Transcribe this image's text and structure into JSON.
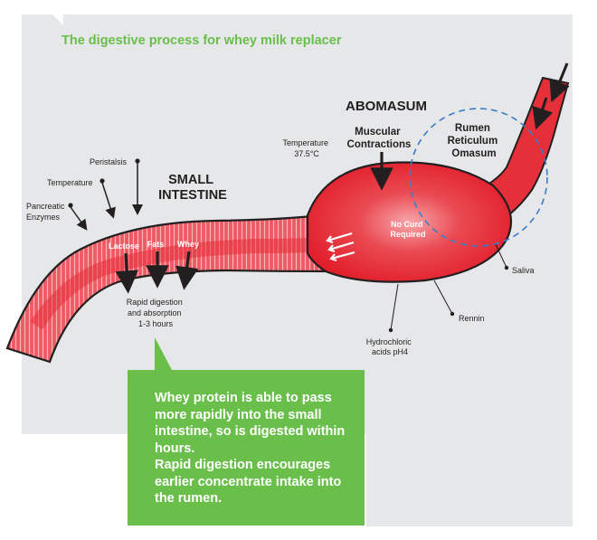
{
  "title": "The digestive process for whey milk replacer",
  "labels": {
    "abomasum": "ABOMASUM",
    "small_intestine": [
      "SMALL",
      "INTESTINE"
    ],
    "muscular": [
      "Muscular",
      "Contractions"
    ],
    "rumen": [
      "Rumen",
      "Reticulum",
      "Omasum"
    ],
    "temperature_abomasum": [
      "Temperature",
      "37.5°C"
    ],
    "no_curd": [
      "No Curd",
      "Required"
    ],
    "saliva": "Saliva",
    "rennin": "Rennin",
    "hydrochloric": [
      "Hydrochloric",
      "acids pH4"
    ],
    "peristalsis": "Peristalsis",
    "temperature_intestine": "Temperature",
    "pancreatic": [
      "Pancreatic",
      "Enzymes"
    ],
    "lactose": "Lactose",
    "fats": "Fats",
    "whey": "Whey",
    "rapid": [
      "Rapid digestion",
      "and absorption",
      "1-3 hours"
    ]
  },
  "callout": {
    "line1": "Whey protein is able to pass more rapidly into the small intestine, so is digested within hours.",
    "line2": "Rapid digestion encourages earlier concentrate intake into the rumen."
  },
  "colors": {
    "background_panel": "#e6e7e8",
    "title_green": "#6abf4b",
    "callout_green": "#6abf4b",
    "organ_red": "#e5303a",
    "intestine_red": "#ee5a63",
    "outline": "#231f20",
    "dashed_blue": "#3a7dc9"
  }
}
